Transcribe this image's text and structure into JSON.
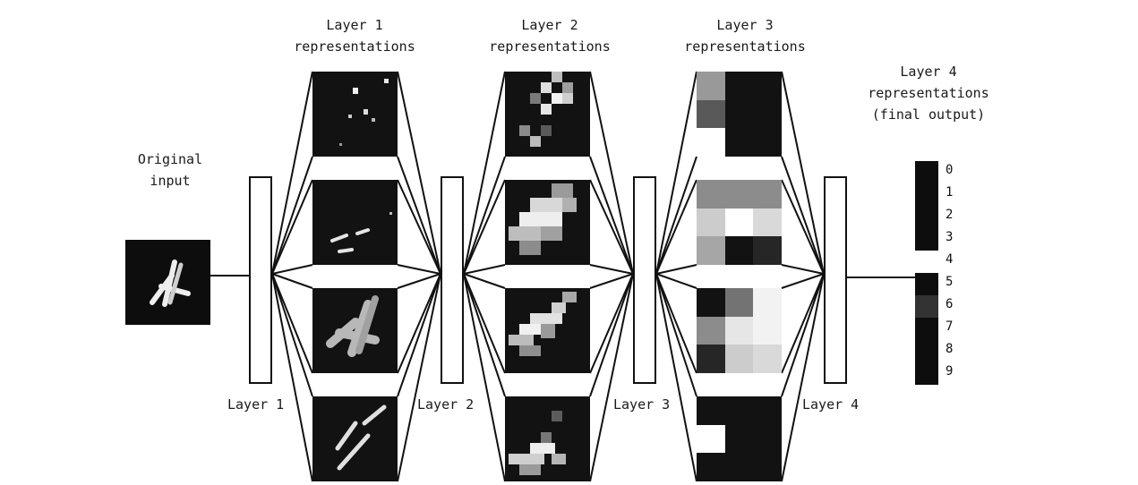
{
  "labels": {
    "original_input": [
      "Original",
      "input"
    ],
    "layer1_repr": [
      "Layer 1",
      "representations"
    ],
    "layer2_repr": [
      "Layer 2",
      "representations"
    ],
    "layer3_repr": [
      "Layer 3",
      "representations"
    ],
    "layer4_repr": [
      "Layer 4",
      "representations",
      "(final output)"
    ],
    "layer1": "Layer 1",
    "layer2": "Layer 2",
    "layer3": "Layer 3",
    "layer4": "Layer 4"
  },
  "output": {
    "digits": [
      "0",
      "1",
      "2",
      "3",
      "4",
      "5",
      "6",
      "7",
      "8",
      "9"
    ],
    "activations": [
      0.05,
      0.05,
      0.05,
      0.05,
      1.0,
      0.05,
      0.2,
      0.05,
      0.05,
      0.05
    ]
  },
  "layer3_maps": [
    [
      [
        0.6,
        0.07,
        0.07
      ],
      [
        0.35,
        0.07,
        0.07
      ],
      [
        1.0,
        0.07,
        0.07
      ]
    ],
    [
      [
        0.55,
        0.55,
        0.55
      ],
      [
        0.8,
        1.0,
        0.85
      ],
      [
        0.65,
        0.07,
        0.15
      ]
    ],
    [
      [
        0.07,
        0.45,
        0.95
      ],
      [
        0.55,
        0.9,
        0.95
      ],
      [
        0.15,
        0.8,
        0.85
      ]
    ],
    [
      [
        0.07,
        0.07,
        0.07
      ],
      [
        1.0,
        0.07,
        0.07
      ],
      [
        0.07,
        0.07,
        0.07
      ]
    ]
  ]
}
